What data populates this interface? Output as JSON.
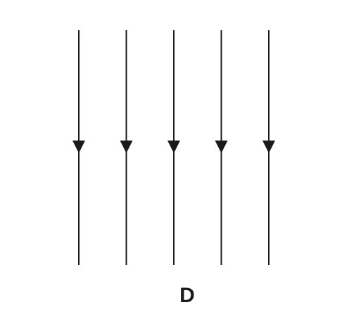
{
  "label": "D",
  "line_count": 5,
  "arrow_direction": "down",
  "colors": {
    "line": "#1a1a1a",
    "background": "#ffffff"
  }
}
